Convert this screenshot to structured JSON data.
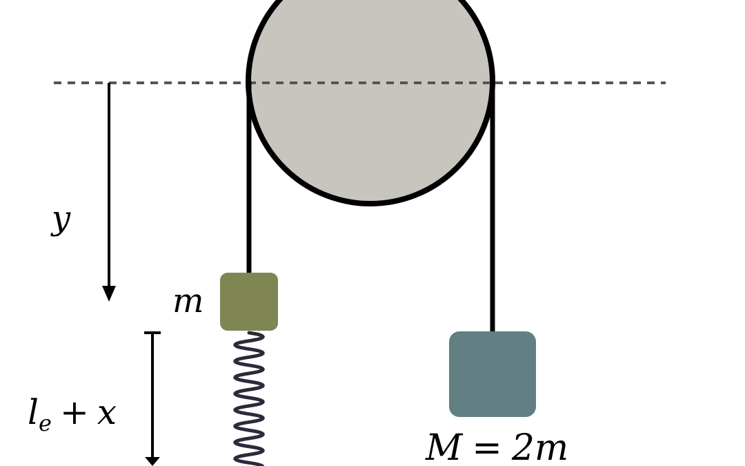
{
  "labels": {
    "y": "y",
    "m": "m",
    "le": "l",
    "le_sub": "e",
    "plus": "+",
    "x": "x",
    "M": "M",
    "eq": "=",
    "two_m": "2m"
  },
  "colors": {
    "pulley_fill": "#c8c5be",
    "small_mass": "#7f8654",
    "large_mass": "#627f84",
    "spring": "#2a2a3a",
    "reference_line": "#555555",
    "stroke": "#000000"
  }
}
